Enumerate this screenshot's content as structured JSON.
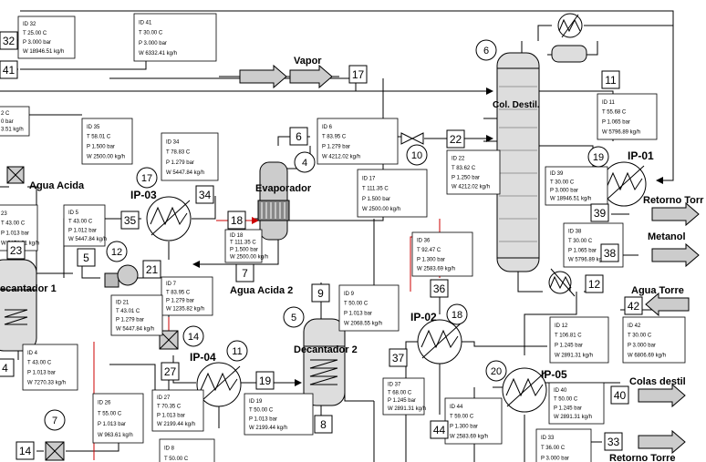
{
  "stream_boxes": [
    {
      "id": "sb-32",
      "lines": [
        "ID  32",
        "T  25.00 C",
        "P  3.000 bar",
        "W  18946.51 kg/h"
      ]
    },
    {
      "id": "sb-41",
      "lines": [
        "ID  41",
        "T  30.00 C",
        "P  3.000 bar",
        "W  6332.41 kg/h"
      ]
    },
    {
      "id": "sb-2",
      "lines": [
        "2 C",
        "0 bar",
        "3.51 kg/h"
      ]
    },
    {
      "id": "sb-35",
      "lines": [
        "ID  35",
        "T  58.01 C",
        "P  1.500 bar",
        "W  2500.00 kg/h"
      ]
    },
    {
      "id": "sb-34",
      "lines": [
        "ID  34",
        "T  78.83 C",
        "P  1.279 bar",
        "W  5447.84 kg/h"
      ]
    },
    {
      "id": "sb-6",
      "lines": [
        "ID  6",
        "T  83.95 C",
        "P  1.279 bar",
        "W  4212.02 kg/h"
      ]
    },
    {
      "id": "sb-11",
      "lines": [
        "ID  11",
        "T  55.68 C",
        "P  1.065 bar",
        "W  5796.89 kg/h"
      ]
    },
    {
      "id": "sb-22",
      "lines": [
        "ID  22",
        "T  83.62 C",
        "P  1.250 bar",
        "W  4212.02 kg/h"
      ]
    },
    {
      "id": "sb-17",
      "lines": [
        "ID  17",
        "T  111.35 C",
        "P  1.500 bar",
        "W  2500.00 kg/h"
      ]
    },
    {
      "id": "sb-39",
      "lines": [
        "ID  39",
        "T  30.00 C",
        "P  3.000 bar",
        "W  18946.51 kg/h"
      ]
    },
    {
      "id": "sb-5",
      "lines": [
        "ID  5",
        "T  43.00 C",
        "P  1.012 bar",
        "W  5447.84 kg/h"
      ]
    },
    {
      "id": "sb-23",
      "lines": [
        "23",
        "T  43.00 C",
        "P  1.013 bar",
        "W  3151.31 kg/h"
      ]
    },
    {
      "id": "sb-18",
      "lines": [
        "ID  18",
        "T  111.35 C",
        "P  1.500 bar",
        "W  2500.00 kg/h"
      ]
    },
    {
      "id": "sb-38",
      "lines": [
        "ID  38",
        "T  30.00 C",
        "P  1.065 bar",
        "W  5796.89 kg/h"
      ]
    },
    {
      "id": "sb-36",
      "lines": [
        "ID  36",
        "T  92.47 C",
        "P  1.300 bar",
        "W  2583.69 kg/h"
      ]
    },
    {
      "id": "sb-7",
      "lines": [
        "ID  7",
        "T  83.95 C",
        "P  1.279 bar",
        "W  1235.82 kg/h"
      ]
    },
    {
      "id": "sb-21",
      "lines": [
        "ID  21",
        "T  43.01 C",
        "P  1.279 bar",
        "W  5447.84 kg/h"
      ]
    },
    {
      "id": "sb-9",
      "lines": [
        "ID  9",
        "T  50.00 C",
        "P  1.013 bar",
        "W  2068.55 kg/h"
      ]
    },
    {
      "id": "sb-12",
      "lines": [
        "ID  12",
        "T  106.81 C",
        "P  1.245 bar",
        "W  2891.31 kg/h"
      ]
    },
    {
      "id": "sb-42",
      "lines": [
        "ID  42",
        "T  30.00 C",
        "P  3.000 bar",
        "W  6806.69 kg/h"
      ]
    },
    {
      "id": "sb-4",
      "lines": [
        "ID  4",
        "T  43.00 C",
        "P  1.013 bar",
        "W  7270.33 kg/h"
      ]
    },
    {
      "id": "sb-37",
      "lines": [
        "ID  37",
        "T  68.00 C",
        "P  1.245 bar",
        "W  2891.31 kg/h"
      ]
    },
    {
      "id": "sb-40",
      "lines": [
        "ID  40",
        "T  50.00 C",
        "P  1.245 bar",
        "W  2891.31 kg/h"
      ]
    },
    {
      "id": "sb-26",
      "lines": [
        "ID  26",
        "T  55.00 C",
        "P  1.013 bar",
        "W  963.61 kg/h"
      ]
    },
    {
      "id": "sb-27",
      "lines": [
        "ID  27",
        "T  70.35 C",
        "P  1.013 bar",
        "W  2199.44 kg/h"
      ]
    },
    {
      "id": "sb-19",
      "lines": [
        "ID  19",
        "T  50.00 C",
        "P  1.013 bar",
        "W  2199.44 kg/h"
      ]
    },
    {
      "id": "sb-44",
      "lines": [
        "ID  44",
        "T  59.00 C",
        "P  1.300 bar",
        "W  2583.69 kg/h"
      ]
    },
    {
      "id": "sb-33",
      "lines": [
        "ID  33",
        "T  36.00 C",
        "P  3.000 bar"
      ]
    },
    {
      "id": "sb-8",
      "lines": [
        "ID  8",
        "T  50.00 C"
      ]
    }
  ],
  "stream_tags": [
    "32",
    "41",
    "17",
    "11",
    "6",
    "22",
    "39",
    "23",
    "35",
    "34",
    "18",
    "38",
    "5",
    "21",
    "7",
    "9",
    "36",
    "12",
    "42",
    "4",
    "27",
    "19",
    "37",
    "8",
    "44",
    "40",
    "33",
    "14"
  ],
  "unit_numbers": [
    "6",
    "4",
    "10",
    "17",
    "12",
    "19",
    "14",
    "11",
    "18",
    "20",
    "5",
    "7"
  ],
  "equipment_labels": {
    "vapor": "Vapor",
    "col_destil": "Col. Destil.",
    "evaporador": "Evaporador",
    "ip01": "IP-01",
    "ip02": "IP-02",
    "ip03": "IP-03",
    "ip04": "IP-04",
    "ip05": "IP-05",
    "agua_acida": "Agua Acida",
    "agua_acida_2": "Agua Acida 2",
    "decantador_1": "ecantador 1",
    "decantador_2": "Decantador 2"
  },
  "product_labels": {
    "retorno_torre_1": "Retorno Torr",
    "metanol": "Metanol",
    "agua_torre": "Agua Torre",
    "colas_destil": "Colas destil",
    "retorno_torre_2": "Retorno Torre"
  }
}
